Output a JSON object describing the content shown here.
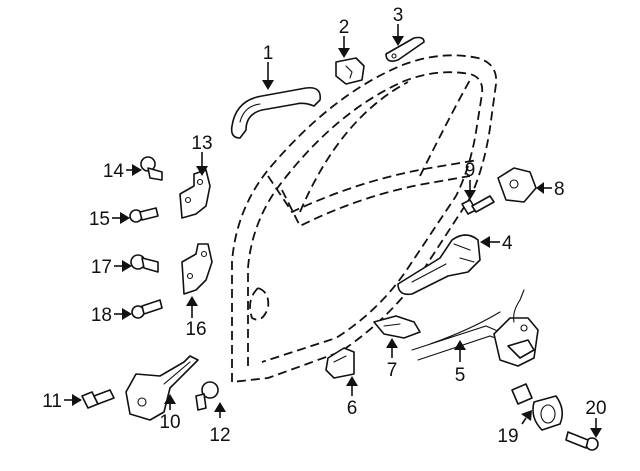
{
  "colors": {
    "background": "#ffffff",
    "ink": "#111111"
  },
  "callouts": [
    {
      "id": "1",
      "label": "1"
    },
    {
      "id": "2",
      "label": "2"
    },
    {
      "id": "3",
      "label": "3"
    },
    {
      "id": "4",
      "label": "4"
    },
    {
      "id": "5",
      "label": "5"
    },
    {
      "id": "6",
      "label": "6"
    },
    {
      "id": "7",
      "label": "7"
    },
    {
      "id": "8",
      "label": "8"
    },
    {
      "id": "9",
      "label": "9"
    },
    {
      "id": "10",
      "label": "10"
    },
    {
      "id": "11",
      "label": "11"
    },
    {
      "id": "12",
      "label": "12"
    },
    {
      "id": "13",
      "label": "13"
    },
    {
      "id": "14",
      "label": "14"
    },
    {
      "id": "15",
      "label": "15"
    },
    {
      "id": "16",
      "label": "16"
    },
    {
      "id": "17",
      "label": "17"
    },
    {
      "id": "18",
      "label": "18"
    },
    {
      "id": "19",
      "label": "19"
    },
    {
      "id": "20",
      "label": "20"
    }
  ]
}
